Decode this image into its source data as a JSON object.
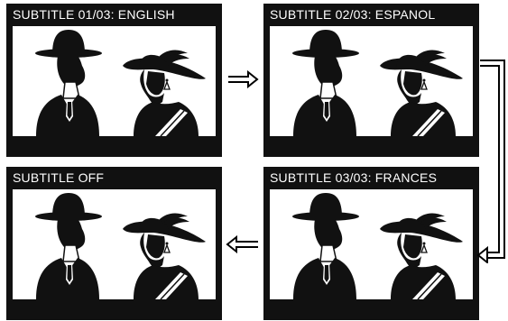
{
  "panels": [
    {
      "subtitle": "SUBTITLE 01/03: ENGLISH"
    },
    {
      "subtitle": "SUBTITLE 02/03: ESPANOL"
    },
    {
      "subtitle": "SUBTITLE OFF"
    },
    {
      "subtitle": "SUBTITLE 03/03: FRANCES"
    }
  ],
  "colors": {
    "frame": "#111111",
    "screen": "#ffffff",
    "arrow": "#000000"
  }
}
